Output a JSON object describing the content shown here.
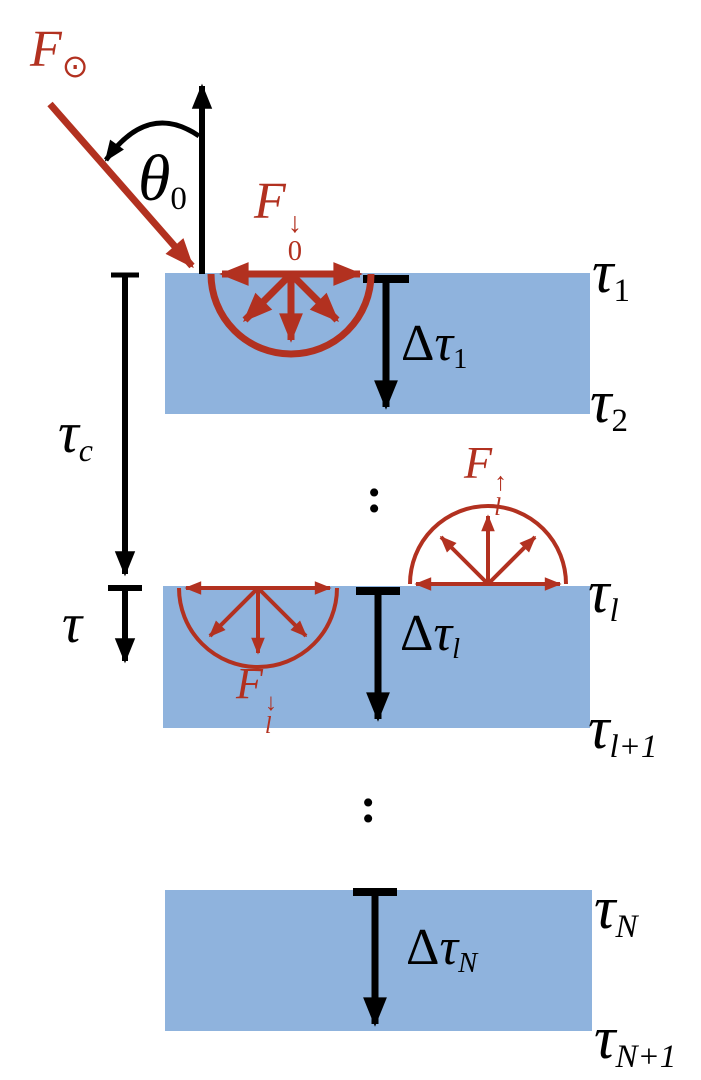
{
  "colors": {
    "red": "#B23120",
    "blue": "#8FB3DD",
    "black": "#000000",
    "background": "#FFFFFF"
  },
  "labels": {
    "incident_flux": {
      "base": "F",
      "sub": "⊙"
    },
    "zenith_angle": {
      "base": "θ",
      "sub": "0"
    },
    "flux_down_0": {
      "base": "F",
      "sup": "↓",
      "sub": "0"
    },
    "flux_up_l": {
      "base": "F",
      "sup": "↑",
      "sub": "l"
    },
    "flux_down_l": {
      "base": "F",
      "sup": "↓",
      "sub": "l"
    },
    "tau_c": {
      "base": "τ",
      "sub": "c"
    },
    "tau": {
      "base": "τ"
    },
    "tau_1": {
      "base": "τ",
      "sub": "1"
    },
    "tau_2": {
      "base": "τ",
      "sub": "2"
    },
    "tau_l": {
      "base": "τ",
      "sub": "l"
    },
    "tau_l_plus_1": {
      "base": "τ",
      "sub": "l+1"
    },
    "tau_N": {
      "base": "τ",
      "sub": "N"
    },
    "tau_N_plus_1": {
      "base": "τ",
      "sub": "N+1"
    },
    "delta_tau_1": {
      "delta": "Δ",
      "base": "τ",
      "sub": "1"
    },
    "delta_tau_l": {
      "delta": "Δ",
      "base": "τ",
      "sub": "l"
    },
    "delta_tau_N": {
      "delta": "Δ",
      "base": "τ",
      "sub": "N"
    },
    "ellipsis_upper": ":",
    "ellipsis_lower": ":"
  }
}
